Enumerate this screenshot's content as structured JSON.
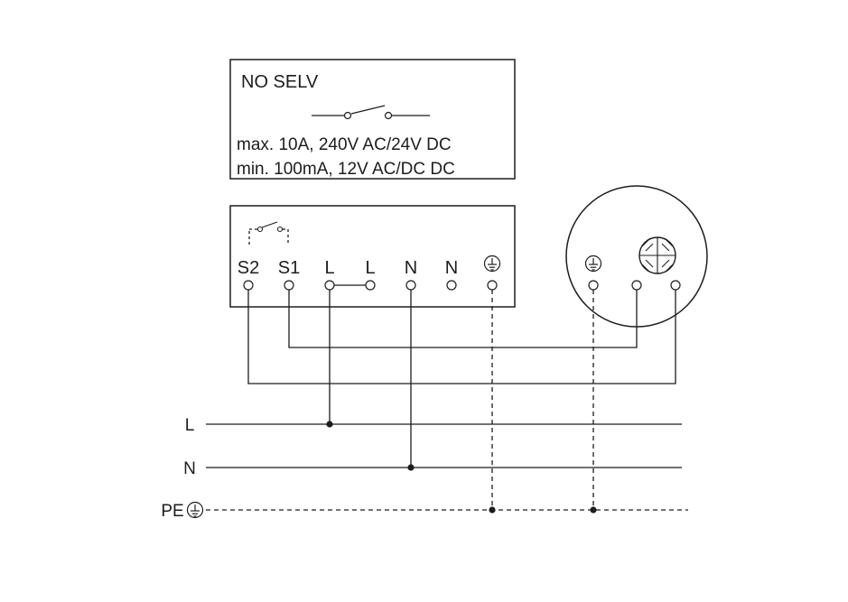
{
  "colors": {
    "line": "#1d1d1d",
    "bg": "#ffffff"
  },
  "load_box": {
    "title": "NO SELV",
    "rating_max": "max. 10A, 240V AC/24V DC",
    "rating_min": "min. 100mA, 12V AC/DC DC"
  },
  "terminal_box": {
    "labels": [
      "S2",
      "S1",
      "L",
      "L",
      "N",
      "N"
    ]
  },
  "buses": {
    "live": "L",
    "neutral": "N",
    "earth": "PE"
  },
  "icons": {
    "switch": "no-contact-switch-icon",
    "relay": "internal-relay-contact-icon",
    "earth_terminal": "earth-ground-icon",
    "pe_bus": "earth-ground-icon",
    "sensor_load": "hatched-lamp-icon"
  }
}
